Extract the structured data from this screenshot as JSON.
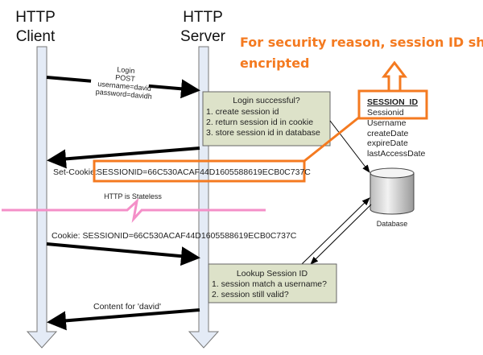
{
  "client": {
    "line1": "HTTP",
    "line2": "Client"
  },
  "server": {
    "line1": "HTTP",
    "line2": "Server"
  },
  "note": {
    "line1": "For security reason,  session ID should be",
    "line2": "encripted",
    "color": "#f47a20"
  },
  "login_request": {
    "lines": [
      "Login",
      "POST",
      "username=david",
      "password=davidh"
    ]
  },
  "login_box": {
    "title": "Login successful?",
    "steps": [
      "1. create session id",
      "2. return session id in cookie",
      "3. store session id in database"
    ]
  },
  "set_cookie": {
    "label": "Set-Cookie:",
    "value": "SESSIONID=66C530ACAF44D1605588619ECB0C737C"
  },
  "session_table": {
    "name": "SESSION_ID",
    "fields": [
      "Sessionid",
      "Username",
      "createDate",
      "expireDate",
      "lastAccessDate"
    ]
  },
  "database": {
    "label": "Database"
  },
  "stateless": {
    "label": "HTTP is Stateless",
    "color": "#f48fc8"
  },
  "cookie_request": {
    "label": "Cookie: SESSIONID=66C530ACAF44D1605588619ECB0C737C"
  },
  "lookup_box": {
    "title": "Lookup Session ID",
    "steps": [
      "1.  session match a username?",
      "2.  session still valid?"
    ]
  },
  "content_response": {
    "label": "Content for 'david'"
  }
}
